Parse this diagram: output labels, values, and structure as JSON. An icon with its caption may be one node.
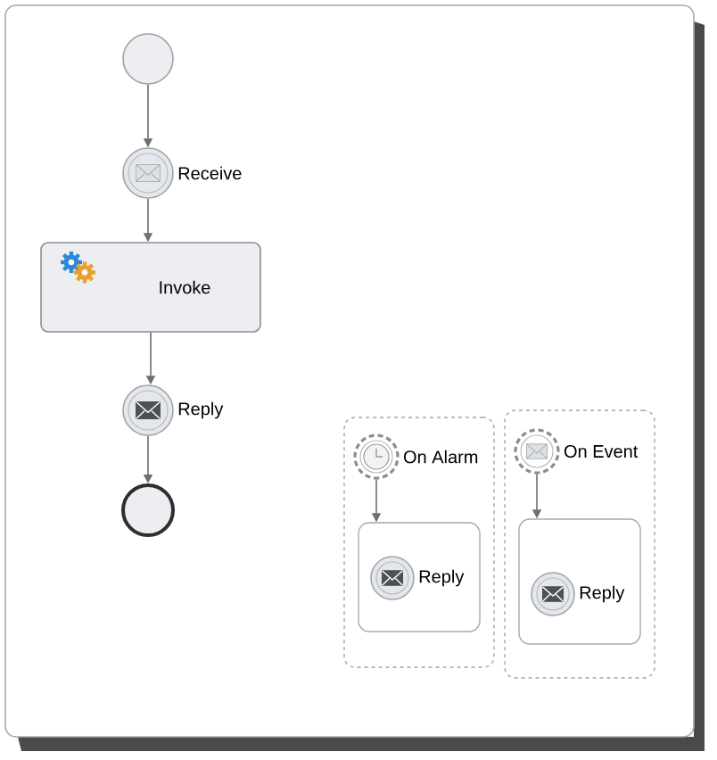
{
  "diagram": {
    "nodes": [
      {
        "text": [],
        "shape": "circle"
      },
      {
        "text": [],
        "shape": "circle",
        "beside": [
          "Receive"
        ]
      },
      {
        "text": [
          "Invoke"
        ]
      },
      {
        "text": [],
        "shape": "circle",
        "beside": [
          "Reply"
        ]
      },
      {
        "text": [],
        "shape": "circle"
      },
      {
        "text": [],
        "shape": "box"
      },
      {
        "text": [],
        "shape": "circle",
        "beside": [
          "On Alarm"
        ],
        "in": 5
      },
      {
        "text": [],
        "shape": "box",
        "in": 5
      },
      {
        "text": [],
        "shape": "circle",
        "beside": [
          "Reply"
        ],
        "in": 7
      },
      {
        "text": [],
        "shape": "box"
      },
      {
        "text": [],
        "shape": "circle",
        "beside": [
          "On Event"
        ],
        "in": 9
      },
      {
        "text": [],
        "shape": "box",
        "in": 9
      },
      {
        "text": [],
        "shape": "circle",
        "beside": [
          "Reply"
        ],
        "in": 11
      }
    ],
    "edges": [
      {
        "from": 0,
        "to": 1,
        "arrow": "to"
      },
      {
        "from": 1,
        "to": 2,
        "arrow": "to"
      },
      {
        "from": 2,
        "to": 3,
        "arrow": "to"
      },
      {
        "from": 3,
        "to": 4,
        "arrow": "to"
      },
      {
        "from": 6,
        "to": 7,
        "arrow": "to"
      },
      {
        "from": 10,
        "to": 11,
        "arrow": "to"
      }
    ]
  }
}
